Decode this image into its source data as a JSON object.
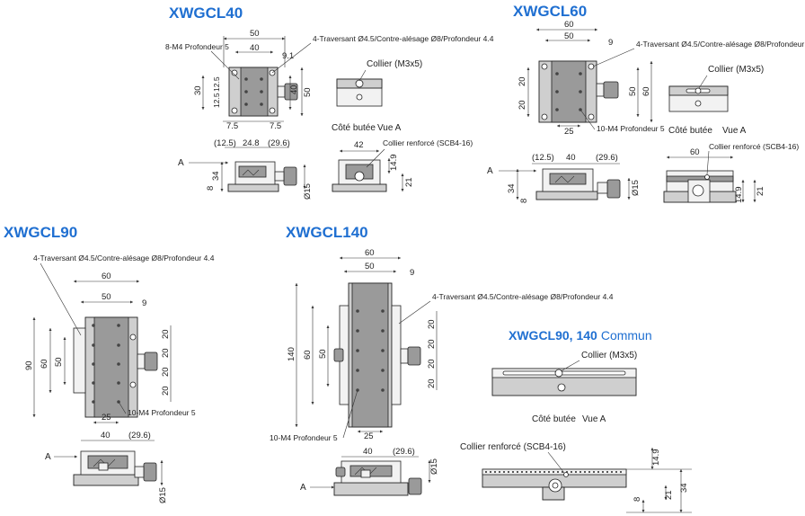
{
  "titles": {
    "xwgcl40": "XWGCL40",
    "xwgcl60": "XWGCL60",
    "xwgcl90": "XWGCL90",
    "xwgcl140": "XWGCL140",
    "common_a": "XWGCL90, 140",
    "common_b": "Commun"
  },
  "labels": {
    "m4_8": "8-M4 Profondeur 5",
    "m4_10": "10-M4 Profondeur 5",
    "through": "4-Traversant Ø4.5/Contre-alésage Ø8/Profondeur 4.4",
    "collar": "Collier (M3x5)",
    "collar_reinf": "Collier renforcé (SCB4-16)",
    "stop_side": "Côté butée",
    "view_a": "Vue A",
    "a": "A"
  },
  "dims": {
    "d50": "50",
    "d40": "40",
    "d9_1": "9.1",
    "d30": "30",
    "d12_5": "12.5",
    "d7_5": "7.5",
    "d42": "42",
    "d14_9": "14.9",
    "d21": "21",
    "d34": "34",
    "d8": "8",
    "d15": "Ø15",
    "p12_5": "(12.5)",
    "d24_8": "24.8",
    "p29_6": "(29.6)",
    "d60": "60",
    "d9": "9",
    "d20": "20",
    "d25": "25",
    "d90": "90",
    "d140": "140"
  }
}
